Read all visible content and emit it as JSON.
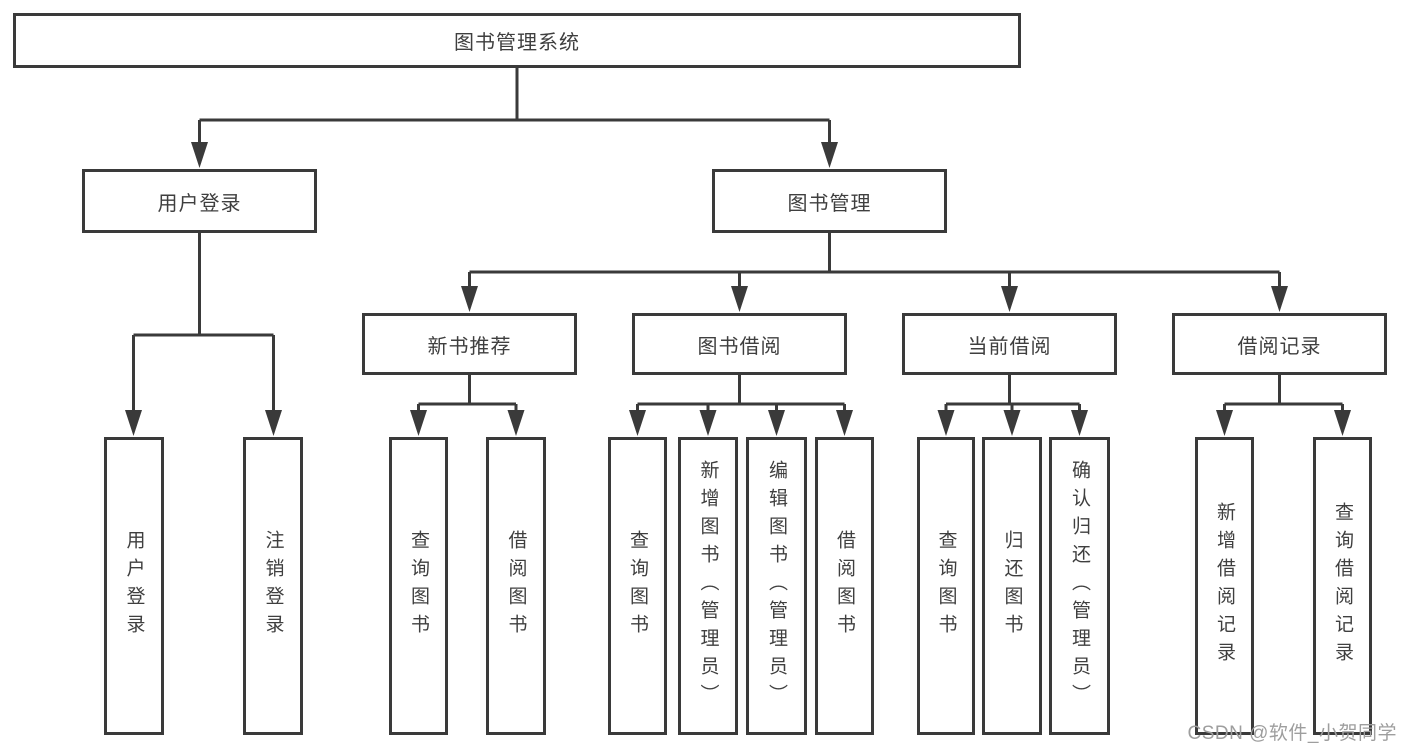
{
  "tree": {
    "label": "图书管理系统",
    "children": [
      {
        "label": "用户登录",
        "children": [
          {
            "label": "用户登录"
          },
          {
            "label": "注销登录"
          }
        ]
      },
      {
        "label": "图书管理",
        "children": [
          {
            "label": "新书推荐",
            "children": [
              {
                "label": "查询图书"
              },
              {
                "label": "借阅图书"
              }
            ]
          },
          {
            "label": "图书借阅",
            "children": [
              {
                "label": "查询图书"
              },
              {
                "label": "新增图书（管理员）"
              },
              {
                "label": "编辑图书（管理员）"
              },
              {
                "label": "借阅图书"
              }
            ]
          },
          {
            "label": "当前借阅",
            "children": [
              {
                "label": "查询图书"
              },
              {
                "label": "归还图书"
              },
              {
                "label": "确认归还（管理员）"
              }
            ]
          },
          {
            "label": "借阅记录",
            "children": [
              {
                "label": "新增借阅记录"
              },
              {
                "label": "查询借阅记录"
              }
            ]
          }
        ]
      }
    ]
  },
  "watermark": {
    "text": "CSDN @软件_小贺同学"
  },
  "colors": {
    "line": "#3a3a3a",
    "box_border": "#3a3a3a",
    "box_fill": "#ffffff",
    "text": "#3f3f3f",
    "watermark_text_color": "#9e9e9e",
    "background": "#ffffff"
  }
}
